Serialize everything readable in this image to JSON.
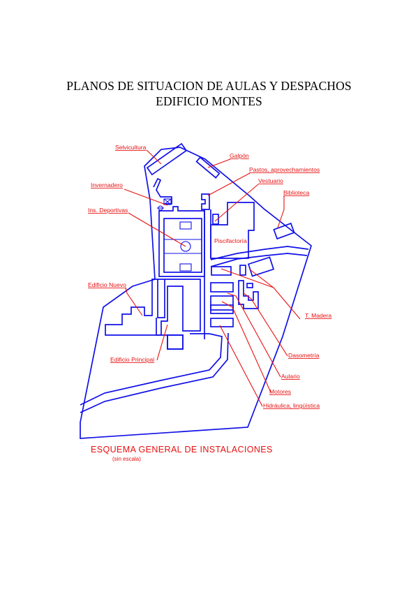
{
  "title_line1": "PLANOS DE SITUACION DE AULAS Y DESPACHOS",
  "title_line2": "EDIFICIO MONTES",
  "caption": "ESQUEMA GENERAL DE INSTALACIONES",
  "subcaption": "(sin escala)",
  "colors": {
    "plan": "#1010e8",
    "labels": "#e81010",
    "title": "#000000"
  },
  "labels": {
    "selvicultura": "Selvicultura",
    "galpon": "Galpón",
    "pastos": "Pastos, aprovechamientos",
    "vestuario": "Vestuario",
    "biblioteca": "Biblioteca",
    "invernadero": "Invernadero",
    "deportivas": "Ins. Deportivas",
    "piscifactoria": "Piscifactoría",
    "edificio_nuevo": "Edificio Nuevo",
    "t_madera": "T. Madera",
    "edificio_principal": "Edificio Principal",
    "dasometria": "Dasometría",
    "aulario": "Aulario",
    "motores": "Motores",
    "hidraulica": "Hidráulica, lingüística"
  }
}
